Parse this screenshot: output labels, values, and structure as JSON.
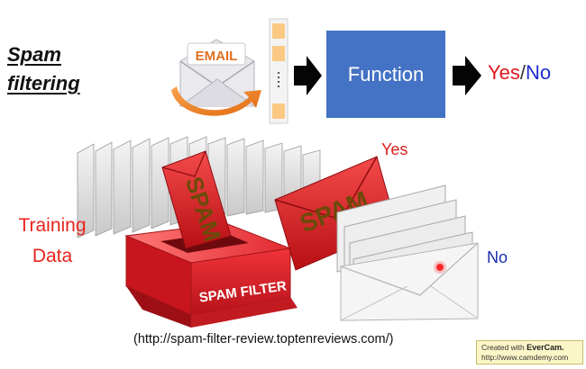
{
  "title": {
    "line1": "Spam",
    "line2": "filtering"
  },
  "email_icon": {
    "label": "EMAIL"
  },
  "function_box": {
    "label": "Function"
  },
  "output": {
    "yes": "Yes",
    "slash": "/",
    "no": "No"
  },
  "training": {
    "line1": "Training",
    "line2": "Data"
  },
  "labels": {
    "yes": "Yes",
    "no": "No"
  },
  "spam_filter": {
    "box_label": "SPAM FILTER",
    "stamp": "SPAM"
  },
  "source_url": "(http://spam-filter-review.toptenreviews.com/)",
  "watermark": {
    "prefix": "Created with",
    "brand": "EverCam.",
    "url": "http://www.camdemy.com"
  },
  "colors": {
    "function_box": "#4472c4",
    "yes": "#e0161c",
    "no": "#1f2dd1",
    "accent": "#e8241c"
  }
}
